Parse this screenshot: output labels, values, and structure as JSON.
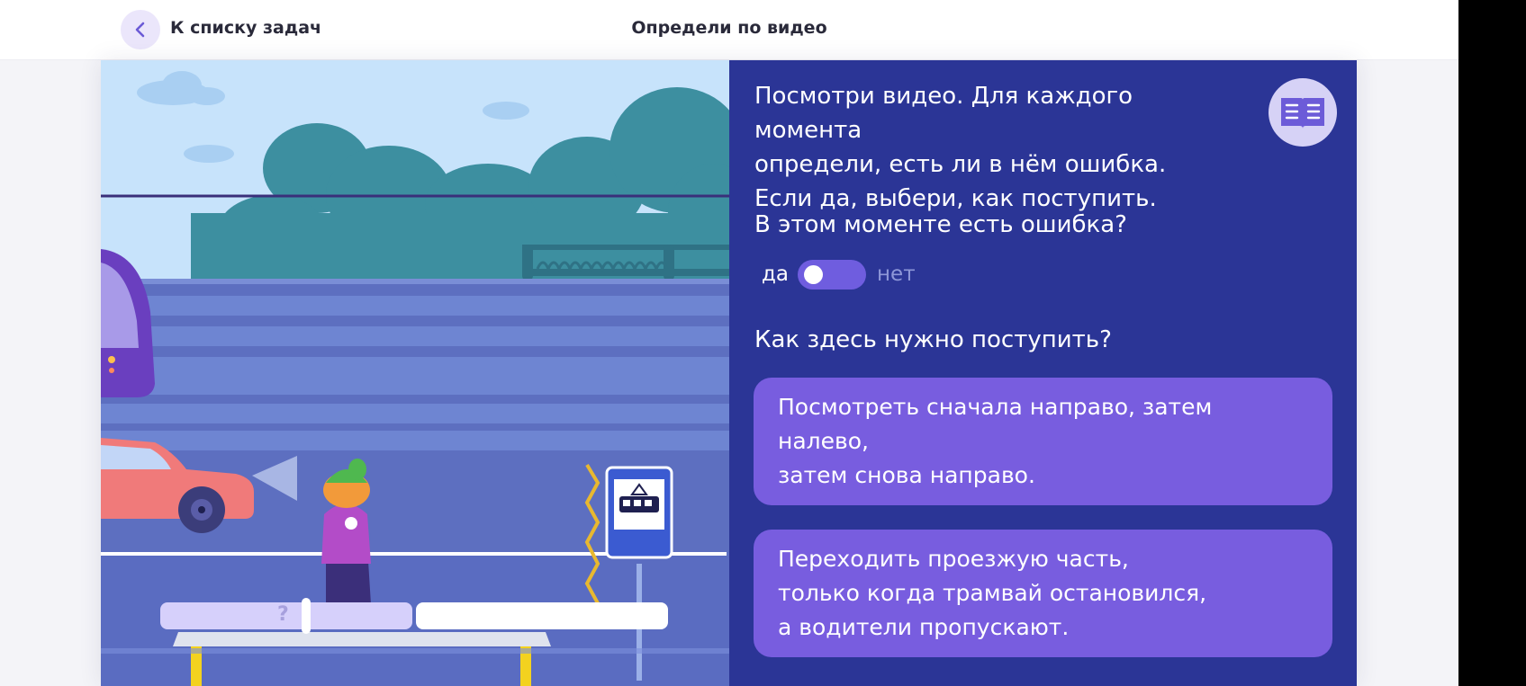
{
  "header": {
    "back_label": "К списку задач",
    "title": "Определи по видео"
  },
  "scene": {
    "progress_marker": "?"
  },
  "panel": {
    "instructions": "Посмотри видео. Для каждого момента\nопредели, есть ли в нём ошибка.\nЕсли да, выбери, как поступить.",
    "question_error": "В этом моменте есть ошибка?",
    "toggle_yes": "да",
    "toggle_no": "нет",
    "question_action": "Как здесь нужно поступить?",
    "options": [
      {
        "text": "Посмотреть сначала направо, затем налево,\nзатем снова направо."
      },
      {
        "text": "Переходить проезжую часть,\nтолько когда трамвай остановился,\nа водители пропускают."
      }
    ]
  },
  "colors": {
    "panel_bg": "#2b3596",
    "option_bg": "#785ddf",
    "toggle_bg": "#6f5ddf",
    "back_button_bg": "#ebe6fb"
  },
  "icons": {
    "back": "chevron-left-icon",
    "book": "book-icon",
    "tram_sign": "tram-icon"
  }
}
